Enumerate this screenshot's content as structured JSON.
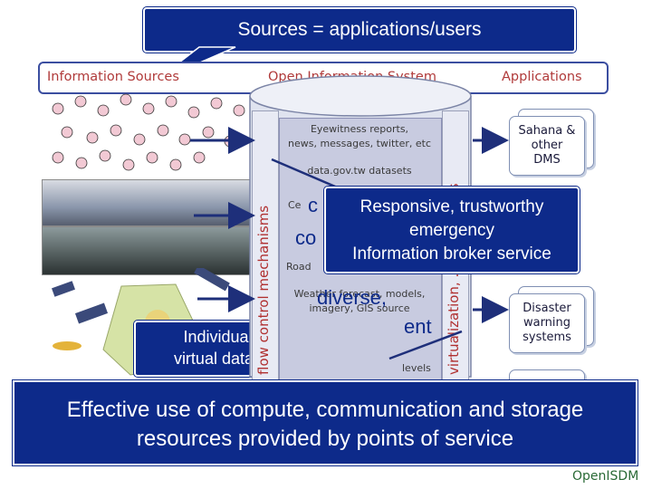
{
  "callouts": {
    "top": "Sources = applications/users",
    "middle_lines": [
      "Responsive, trustworthy",
      "emergency",
      "Information broker service"
    ],
    "left_lines": [
      "Individualized view of a",
      "virtual data cloud for each"
    ],
    "bottom_lines": [
      "Effective use of compute, communication and storage",
      "resources provided by points of service"
    ]
  },
  "header": {
    "left": "Information Sources",
    "center": "Open Information System",
    "right": "Applications"
  },
  "db_items": [
    "Eyewitness reports,",
    "news, messages, twitter, etc",
    "data.gov.tw datasets",
    "Ce",
    "Road",
    "Weather forecast, models,",
    "imagery, GIS source",
    "levels"
  ],
  "db_fragments": {
    "co1": "c",
    "co2": "co",
    "diverse": "diverse,",
    "ent": "ent"
  },
  "side_labels": {
    "left": "flow control mechanisms",
    "right": "virtualization, ... on services"
  },
  "apps": [
    {
      "lines": [
        "Sahana &",
        "other",
        "DMS"
      ]
    },
    {
      "lines": [
        "Disaster",
        "warning",
        "systems"
      ]
    }
  ],
  "logo": "OpenISDM",
  "colors": {
    "callout_bg": "#0d2a8a",
    "header_text": "#b03a3a",
    "arrow": "#1e2f7a"
  }
}
